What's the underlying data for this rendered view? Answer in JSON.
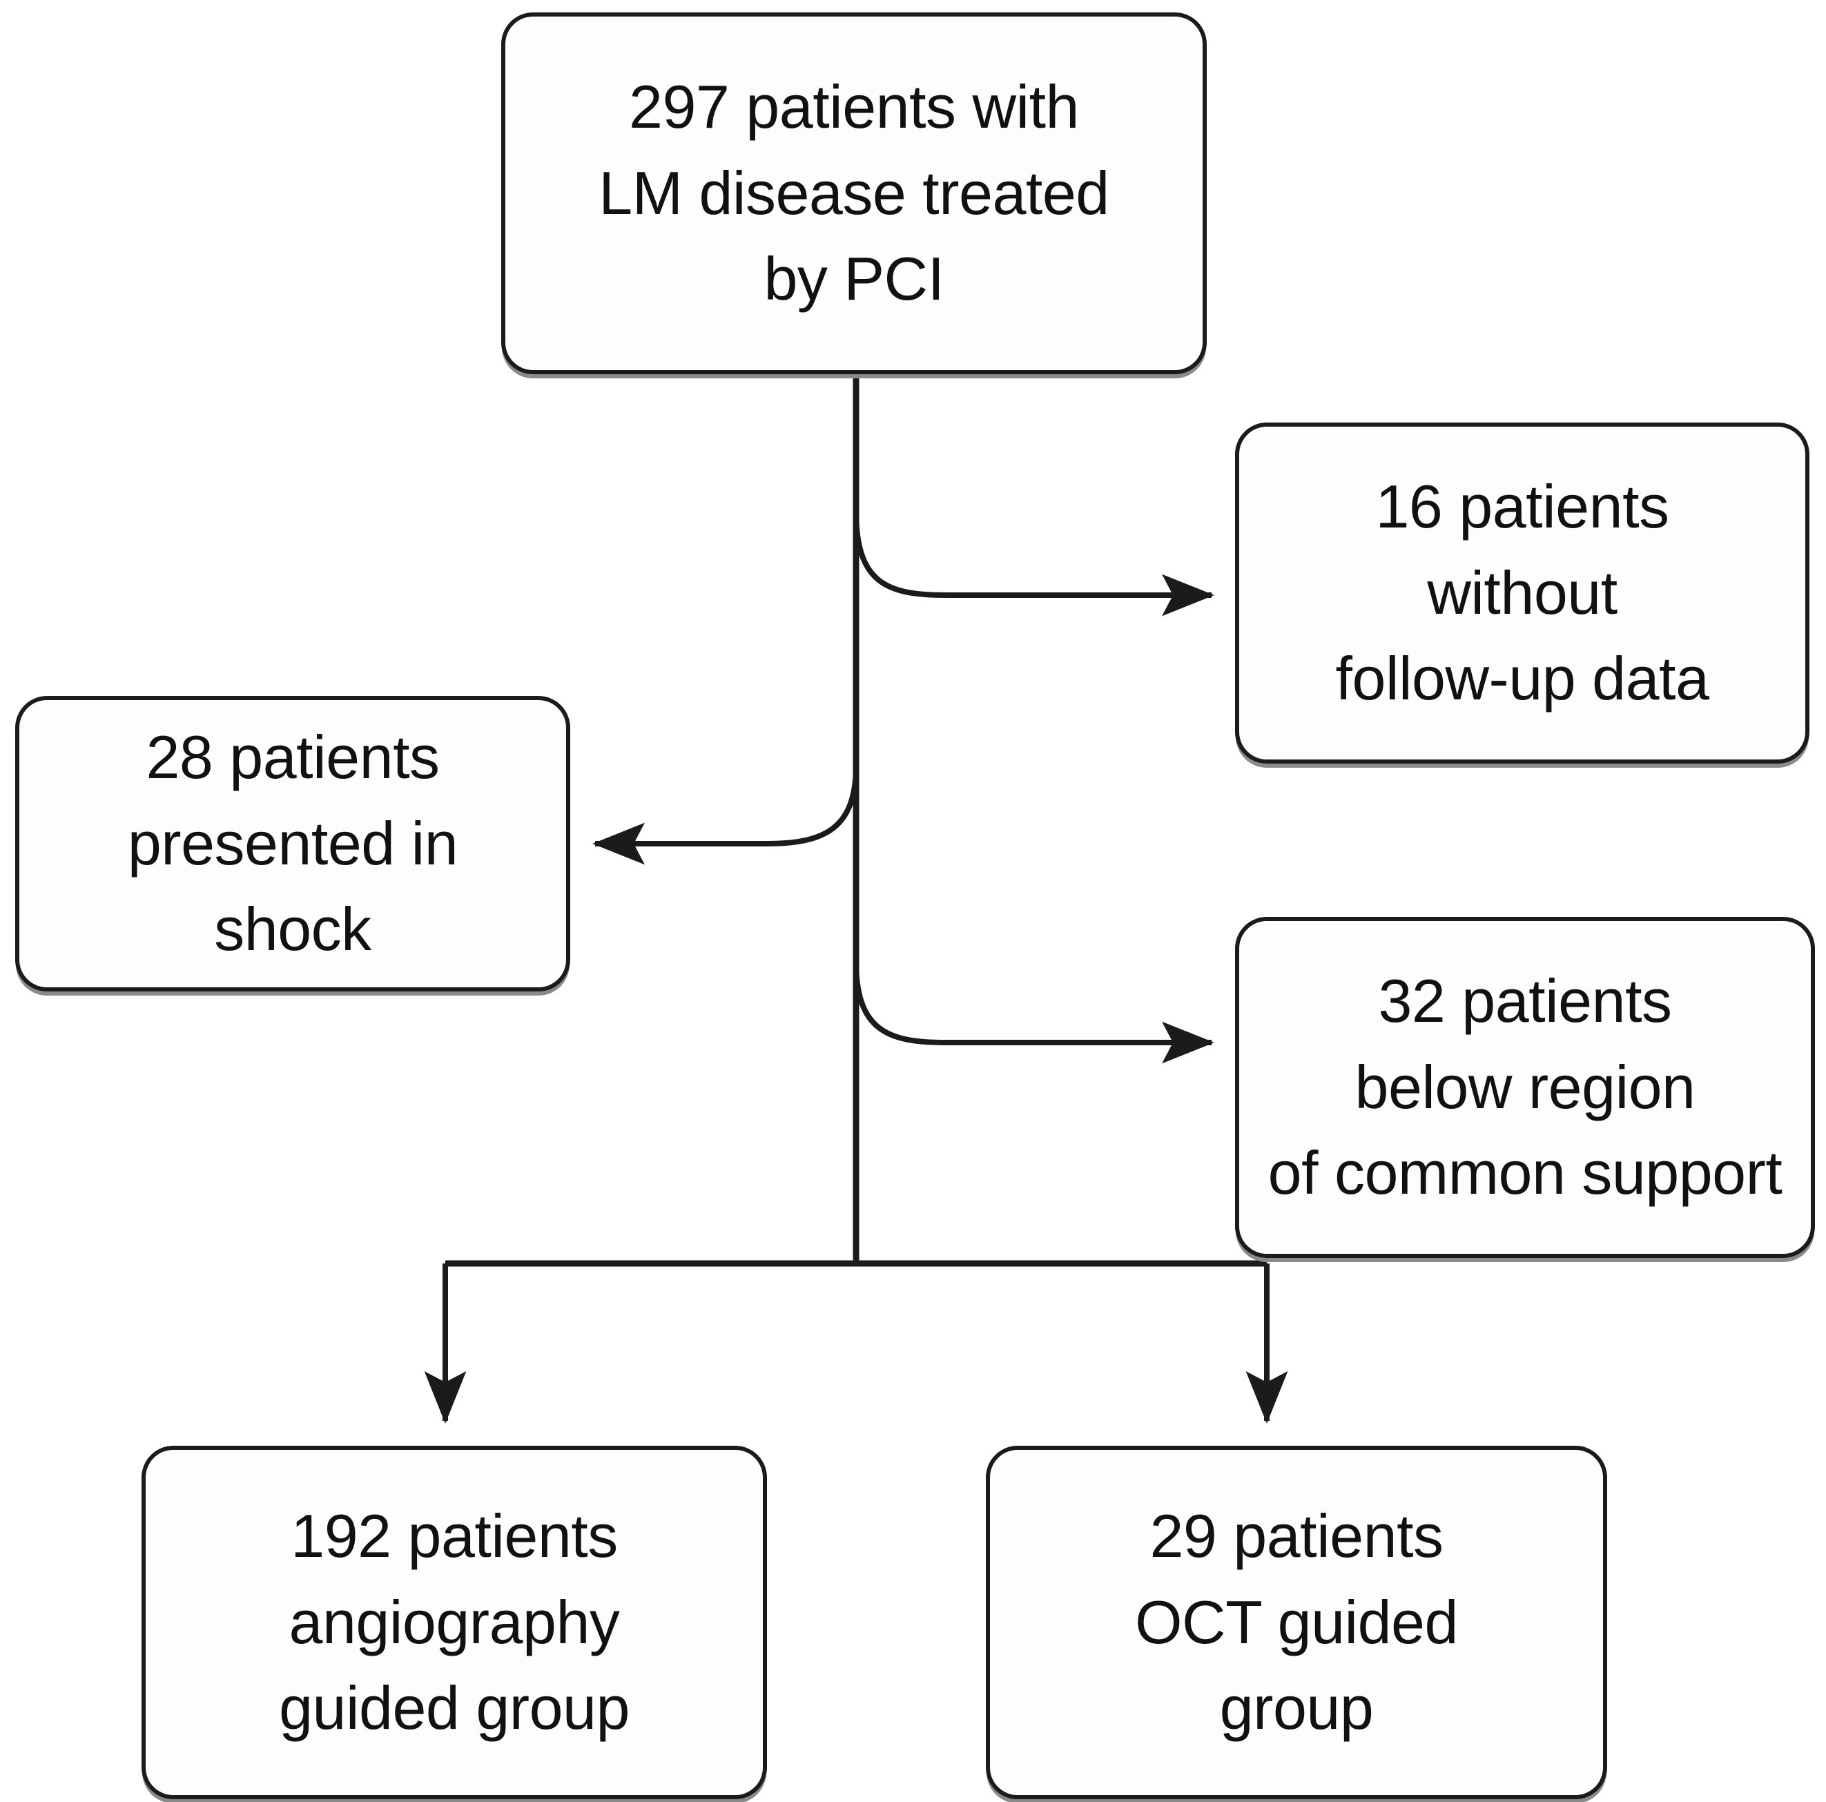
{
  "diagram": {
    "type": "patient-flow-consort",
    "title": "",
    "colors": {
      "node_border": "#1b1b1b",
      "node_fill": "#fdfdfd",
      "node_shadow": "#8a8a8a",
      "connector": "#1b1b1b",
      "text": "#111111",
      "background": "#ffffff"
    },
    "nodes": {
      "source": {
        "label": "297 patients with\nLM disease treated\nby PCI",
        "lines": [
          "297 patients with",
          "LM disease treated",
          "by PCI"
        ],
        "count": 297,
        "role": "cohort-start"
      },
      "no_followup": {
        "label": "16 patients\nwithout\nfollow-up data",
        "lines": [
          "16 patients",
          "without",
          "follow-up data"
        ],
        "count": 16,
        "role": "exclusion"
      },
      "shock": {
        "label": "28 patients\npresented in\nshock",
        "lines": [
          "28 patients",
          "presented in",
          "shock"
        ],
        "count": 28,
        "role": "exclusion"
      },
      "common_support": {
        "label": "32 patients\nbelow region\nof common support",
        "lines": [
          "32 patients",
          "below region",
          "of common support"
        ],
        "count": 32,
        "role": "exclusion"
      },
      "angiography_group": {
        "label": "192 patients\nangiography\nguided group",
        "lines": [
          "192 patients",
          "angiography",
          "guided group"
        ],
        "count": 192,
        "role": "analysis-arm"
      },
      "oct_group": {
        "label": "29 patients\nOCT guided\ngroup",
        "lines": [
          "29 patients",
          "OCT guided",
          "group"
        ],
        "count": 29,
        "role": "analysis-arm"
      }
    },
    "edges": [
      {
        "from": "source",
        "to": "no_followup",
        "style": "curved-arrow",
        "direction": "right"
      },
      {
        "from": "source",
        "to": "shock",
        "style": "curved-arrow",
        "direction": "left"
      },
      {
        "from": "source",
        "to": "common_support",
        "style": "curved-arrow",
        "direction": "right"
      },
      {
        "from": "source",
        "to": "angiography_group",
        "style": "orthogonal-arrow",
        "direction": "down-left"
      },
      {
        "from": "source",
        "to": "oct_group",
        "style": "orthogonal-arrow",
        "direction": "down-right"
      }
    ]
  }
}
